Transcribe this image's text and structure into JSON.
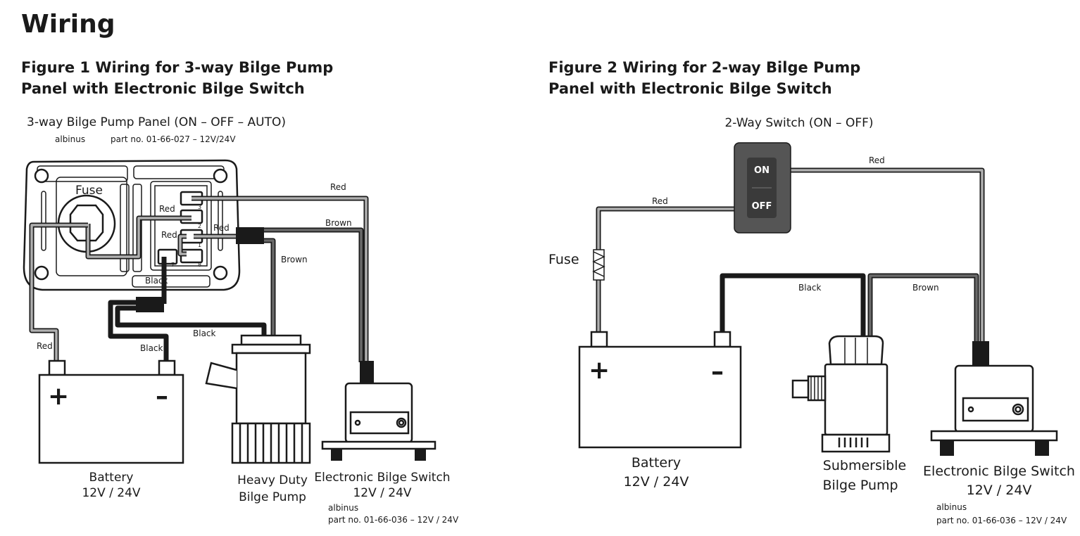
{
  "page_title": "Wiring",
  "figure1": {
    "title_line1": "Figure 1  Wiring for 3-way Bilge Pump",
    "title_line2": "Panel with Electronic Bilge Switch",
    "panel_label": "3-way Bilge Pump Panel (ON – OFF – AUTO)",
    "panel_brand": "albinus",
    "panel_part": "part no. 01-66-027 – 12V/24V",
    "fuse_label": "Fuse",
    "terminals": [
      "3",
      "2",
      "1",
      "8",
      "7"
    ],
    "wire_labels": {
      "red_top": "Red",
      "red_t2": "Red",
      "red_t1": "Red",
      "red_mid": "Red",
      "brown_top": "Brown",
      "brown_pump": "Brown",
      "black_panel": "Black",
      "black_pump": "Black",
      "black_battery": "Black",
      "red_battery": "Red"
    },
    "battery_label": "Battery",
    "battery_voltage": "12V / 24V",
    "battery_plus": "+",
    "battery_minus": "–",
    "pump_line1": "Heavy Duty",
    "pump_line2": "Bilge Pump",
    "switch_label": "Electronic Bilge Switch",
    "switch_voltage": "12V / 24V",
    "switch_brand": "albinus",
    "switch_part": "part no. 01-66-036 – 12V / 24V"
  },
  "figure2": {
    "title_line1": "Figure 2  Wiring for 2-way Bilge Pump",
    "title_line2": "Panel with Electronic Bilge Switch",
    "switch2_label": "2-Way Switch (ON – OFF)",
    "switch_on": "ON",
    "switch_off": "OFF",
    "fuse_label": "Fuse",
    "wire_labels": {
      "red_left": "Red",
      "red_right": "Red",
      "black": "Black",
      "brown": "Brown"
    },
    "battery_label": "Battery",
    "battery_voltage": "12V / 24V",
    "battery_plus": "+",
    "battery_minus": "–",
    "pump_line1": "Submersible",
    "pump_line2": "Bilge Pump",
    "switch_label": "Electronic Bilge Switch",
    "switch_voltage": "12V / 24V",
    "switch_brand": "albinus",
    "switch_part": "part no. 01-66-036 – 12V / 24V"
  },
  "colors": {
    "wire_red": "#b0b0b0",
    "wire_brown": "#6a6a6a",
    "wire_black": "#1a1a1a",
    "switch_body": "#555555"
  }
}
